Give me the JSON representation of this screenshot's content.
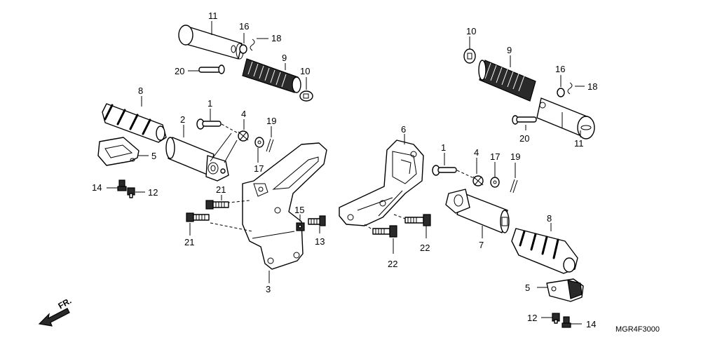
{
  "diagram_code": "MGR4F3000",
  "direction_label": "FR.",
  "callouts": {
    "c11a": "11",
    "c16a": "16",
    "c18a": "18",
    "c20a": "20",
    "c9a": "9",
    "c10a": "10",
    "c8a": "8",
    "c2": "2",
    "c1a": "1",
    "c4a": "4",
    "c19a": "19",
    "c17a": "17",
    "c5a": "5",
    "c14a": "14",
    "c12a": "12",
    "c21a": "21",
    "c21b": "21",
    "c15": "15",
    "c13": "13",
    "c3": "3",
    "c6": "6",
    "c22a": "22",
    "c22b": "22",
    "c10b": "10",
    "c9b": "9",
    "c16b": "16",
    "c18b": "18",
    "c20b": "20",
    "c11b": "11",
    "c1b": "1",
    "c4b": "4",
    "c17b": "17",
    "c19b": "19",
    "c7": "7",
    "c8b": "8",
    "c5b": "5",
    "c12b": "12",
    "c14b": "14"
  }
}
